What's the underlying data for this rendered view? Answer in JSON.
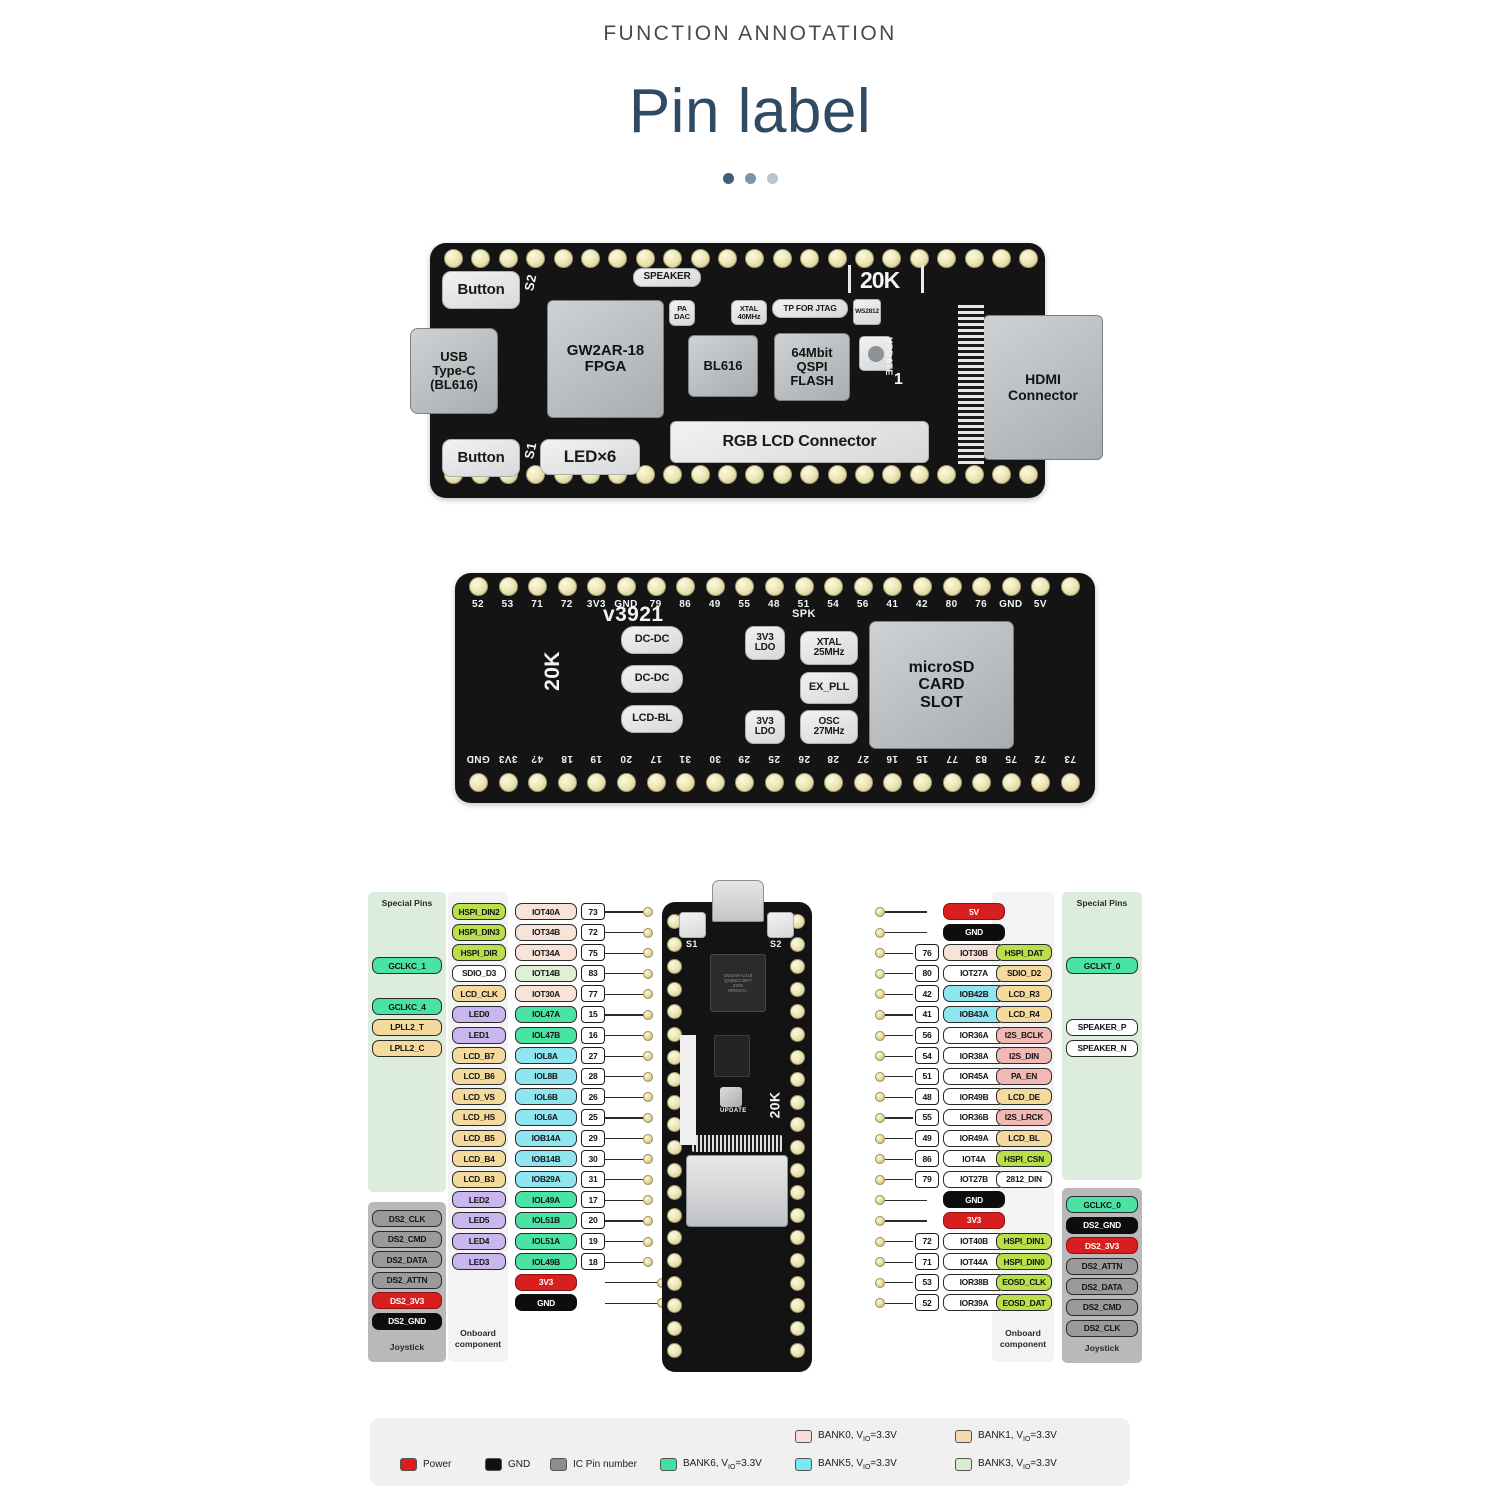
{
  "header": {
    "kicker": "FUNCTION ANNOTATION",
    "title": "Pin label",
    "dots": 3
  },
  "board_top": {
    "labels": [
      {
        "text": "Button"
      },
      {
        "text": "S2"
      },
      {
        "text": "SPEAKER"
      },
      {
        "text": "20K"
      },
      {
        "text": "USB\nType-C\n(BL616)"
      },
      {
        "text": "GW2AR-18\nFPGA"
      },
      {
        "text": "PA\nDAC"
      },
      {
        "text": "XTAL\n40MHz"
      },
      {
        "text": "TP FOR JTAG"
      },
      {
        "text": "WS2812"
      },
      {
        "text": "BL616"
      },
      {
        "text": "64Mbit\nQSPI\nFLASH"
      },
      {
        "text": "UPDATE"
      },
      {
        "text": "1"
      },
      {
        "text": "HDMI\nConnector"
      },
      {
        "text": "Button"
      },
      {
        "text": "S1"
      },
      {
        "text": "LED×6"
      },
      {
        "text": "RGB LCD Connector"
      }
    ]
  },
  "board_bottom": {
    "top_pin_numbers": [
      "52",
      "53",
      "71",
      "72",
      "3V3",
      "GND",
      "79",
      "86",
      "49",
      "55",
      "48",
      "51",
      "54",
      "56",
      "41",
      "42",
      "80",
      "76",
      "GND",
      "5V"
    ],
    "bottom_pin_numbers": [
      "GND",
      "3V3",
      "4?",
      "18",
      "19",
      "20",
      "17",
      "31",
      "30",
      "29",
      "25",
      "26",
      "28",
      "27",
      "16",
      "15",
      "77",
      "83",
      "75",
      "72",
      "73"
    ],
    "silk": "v3921",
    "labels": [
      {
        "text": "20K"
      },
      {
        "text": "DC-DC"
      },
      {
        "text": "DC-DC"
      },
      {
        "text": "LCD-BL"
      },
      {
        "text": "SPK"
      },
      {
        "text": "3V3\nLDO"
      },
      {
        "text": "XTAL\n25MHz"
      },
      {
        "text": "EX_PLL"
      },
      {
        "text": "3V3\nLDO"
      },
      {
        "text": "OSC\n27MHz"
      },
      {
        "text": "microSD\nCARD\nSLOT"
      }
    ]
  },
  "pinmap": {
    "center_board": {
      "silk_s1": "S1",
      "silk_s2": "S2",
      "fpga_text": "GW2AR-LV18\nQN88CC8IP7\n2265\nHR8XC0..",
      "update": "UPDATE",
      "twentyk": "20K"
    },
    "left_special_title": "Special Pins",
    "left_special": [
      {
        "label": "",
        "color": "none"
      },
      {
        "label": "",
        "color": "none"
      },
      {
        "label": "GCLKC_1",
        "color": "bank6"
      },
      {
        "label": "",
        "color": "none"
      },
      {
        "label": "GCLKC_4",
        "color": "bank6"
      },
      {
        "label": "LPLL2_T",
        "color": "bank1"
      },
      {
        "label": "LPLL2_C",
        "color": "bank1"
      }
    ],
    "left_joystick_title": "Joystick",
    "left_joystick": [
      {
        "label": "DS2_CLK",
        "color": "ic"
      },
      {
        "label": "DS2_CMD",
        "color": "ic"
      },
      {
        "label": "DS2_DATA",
        "color": "ic"
      },
      {
        "label": "DS2_ATTN",
        "color": "ic"
      },
      {
        "label": "DS2_3V3",
        "color": "power"
      },
      {
        "label": "DS2_GND",
        "color": "gnd"
      }
    ],
    "left_onboard_title": "Onboard\ncomponent",
    "left_rows": [
      {
        "func": "HSPI_DIN2",
        "func_color": "bank6lime",
        "io": "IOT40A",
        "io_color": "bank0",
        "num": "73"
      },
      {
        "func": "HSPI_DIN3",
        "func_color": "bank6lime",
        "io": "IOT34B",
        "io_color": "bank0",
        "num": "72"
      },
      {
        "func": "HSPI_DIR",
        "func_color": "bank6lime",
        "io": "IOT34A",
        "io_color": "bank0",
        "num": "75"
      },
      {
        "func": "SDIO_D3",
        "func_color": "white",
        "io": "IOT14B",
        "io_color": "bank3",
        "num": "83"
      },
      {
        "func": "LCD_CLK",
        "func_color": "bank1",
        "io": "IOT30A",
        "io_color": "bank0",
        "num": "77"
      },
      {
        "func": "LED0",
        "func_color": "purple",
        "io": "IOL47A",
        "io_color": "bank6",
        "num": "15"
      },
      {
        "func": "LED1",
        "func_color": "purple",
        "io": "IOL47B",
        "io_color": "bank6",
        "num": "16"
      },
      {
        "func": "LCD_B7",
        "func_color": "bank1",
        "io": "IOL8A",
        "io_color": "bank5",
        "num": "27"
      },
      {
        "func": "LCD_B6",
        "func_color": "bank1",
        "io": "IOL8B",
        "io_color": "bank5",
        "num": "28"
      },
      {
        "func": "LCD_VS",
        "func_color": "bank1",
        "io": "IOL6B",
        "io_color": "bank5",
        "num": "26"
      },
      {
        "func": "LCD_HS",
        "func_color": "bank1",
        "io": "IOL6A",
        "io_color": "bank5",
        "num": "25"
      },
      {
        "func": "LCD_B5",
        "func_color": "bank1",
        "io": "IOB14A",
        "io_color": "bank5",
        "num": "29"
      },
      {
        "func": "LCD_B4",
        "func_color": "bank1",
        "io": "IOB14B",
        "io_color": "bank5",
        "num": "30"
      },
      {
        "func": "LCD_B3",
        "func_color": "bank1",
        "io": "IOB29A",
        "io_color": "bank5",
        "num": "31"
      },
      {
        "func": "LED2",
        "func_color": "purple",
        "io": "IOL49A",
        "io_color": "bank6",
        "num": "17"
      },
      {
        "func": "LED5",
        "func_color": "purple",
        "io": "IOL51B",
        "io_color": "bank6",
        "num": "20"
      },
      {
        "func": "LED4",
        "func_color": "purple",
        "io": "IOL51A",
        "io_color": "bank6",
        "num": "19"
      },
      {
        "func": "LED3",
        "func_color": "purple",
        "io": "IOL49B",
        "io_color": "bank6",
        "num": "18"
      },
      {
        "func": "",
        "func_color": "none",
        "io": "3V3",
        "io_color": "power",
        "num": ""
      },
      {
        "func": "",
        "func_color": "none",
        "io": "GND",
        "io_color": "gnd",
        "num": ""
      }
    ],
    "right_special_title": "Special Pins",
    "right_special": [
      {
        "label": "",
        "color": "none"
      },
      {
        "label": "",
        "color": "none"
      },
      {
        "label": "GCLKT_0",
        "color": "bank6"
      },
      {
        "label": "",
        "color": "none"
      },
      {
        "label": "",
        "color": "none"
      },
      {
        "label": "SPEAKER_P",
        "color": "white"
      },
      {
        "label": "SPEAKER_N",
        "color": "white"
      }
    ],
    "right_joystick_title": "Joystick",
    "right_joystick": [
      {
        "label": "GCLKC_0",
        "color": "bank6"
      },
      {
        "label": "DS2_GND",
        "color": "gnd"
      },
      {
        "label": "DS2_3V3",
        "color": "power"
      },
      {
        "label": "DS2_ATTN",
        "color": "ic"
      },
      {
        "label": "DS2_DATA",
        "color": "ic"
      },
      {
        "label": "DS2_CMD",
        "color": "ic"
      },
      {
        "label": "DS2_CLK",
        "color": "ic"
      }
    ],
    "right_onboard_title": "Onboard\ncomponent",
    "right_rows": [
      {
        "num": "",
        "io": "5V",
        "io_color": "power",
        "func": "",
        "func_color": "none"
      },
      {
        "num": "",
        "io": "GND",
        "io_color": "gnd",
        "func": "",
        "func_color": "none"
      },
      {
        "num": "76",
        "io": "IOT30B",
        "io_color": "bank0",
        "func": "HSPI_DAT",
        "func_color": "bank6lime"
      },
      {
        "num": "80",
        "io": "IOT27A",
        "io_color": "white",
        "func": "SDIO_D2",
        "func_color": "bank1"
      },
      {
        "num": "42",
        "io": "IOB42B",
        "io_color": "bank5",
        "func": "LCD_R3",
        "func_color": "bank1"
      },
      {
        "num": "41",
        "io": "IOB43A",
        "io_color": "bank5",
        "func": "LCD_R4",
        "func_color": "bank1"
      },
      {
        "num": "56",
        "io": "IOR36A",
        "io_color": "white",
        "func": "I2S_BCLK",
        "func_color": "pink"
      },
      {
        "num": "54",
        "io": "IOR38A",
        "io_color": "white",
        "func": "I2S_DIN",
        "func_color": "pink"
      },
      {
        "num": "51",
        "io": "IOR45A",
        "io_color": "white",
        "func": "PA_EN",
        "func_color": "pink"
      },
      {
        "num": "48",
        "io": "IOR49B",
        "io_color": "white",
        "func": "LCD_DE",
        "func_color": "bank1"
      },
      {
        "num": "55",
        "io": "IOR36B",
        "io_color": "white",
        "func": "I2S_LRCK",
        "func_color": "pink"
      },
      {
        "num": "49",
        "io": "IOR49A",
        "io_color": "white",
        "func": "LCD_BL",
        "func_color": "bank1"
      },
      {
        "num": "86",
        "io": "IOT4A",
        "io_color": "white",
        "func": "HSPI_CSN",
        "func_color": "bank6lime"
      },
      {
        "num": "79",
        "io": "IOT27B",
        "io_color": "white",
        "func": "2812_DIN",
        "func_color": "white"
      },
      {
        "num": "",
        "io": "GND",
        "io_color": "gnd",
        "func": "",
        "func_color": "none"
      },
      {
        "num": "",
        "io": "3V3",
        "io_color": "power",
        "func": "",
        "func_color": "none"
      },
      {
        "num": "72",
        "io": "IOT40B",
        "io_color": "white",
        "func": "HSPI_DIN1",
        "func_color": "bank6lime"
      },
      {
        "num": "71",
        "io": "IOT44A",
        "io_color": "white",
        "func": "HSPI_DIN0",
        "func_color": "bank6lime"
      },
      {
        "num": "53",
        "io": "IOR38B",
        "io_color": "white",
        "func": "EOSD_CLK",
        "func_color": "bank6lime"
      },
      {
        "num": "52",
        "io": "IOR39A",
        "io_color": "white",
        "func": "EOSD_DAT",
        "func_color": "bank6lime"
      }
    ]
  },
  "legend": {
    "items": [
      {
        "label": "Power",
        "color": "#e01b1b"
      },
      {
        "label": "GND",
        "color": "#101010"
      },
      {
        "label": "IC Pin number",
        "color": "#8d8d8d"
      },
      {
        "label": "BANK6, VIO=3.3V",
        "color": "#3ee2a0"
      },
      {
        "label": "BANK5, VIO=3.3V",
        "color": "#79e8f2"
      },
      {
        "label": "BANK3, VIO=3.3V",
        "color": "#d9ecd0"
      },
      {
        "label": "BANK0, VIO=3.3V",
        "color": "#f6ddd5"
      },
      {
        "label": "BANK1, VIO=3.3V",
        "color": "#f5d9ae"
      }
    ]
  },
  "palette": {
    "power": "#d81f1f",
    "gnd": "#0d0d0d",
    "ic": "#9a9a9a",
    "bank6": "#49e3a4",
    "bank6lime": "#b9e04b",
    "bank5": "#8fe6f0",
    "bank3": "#dff0d6",
    "bank0": "#f8e3d9",
    "bank1": "#f4da9c",
    "purple": "#c9b6ee",
    "pink": "#f2b9b4",
    "white": "#ffffff",
    "greenpanel": "#dcecdd",
    "graypanel": "#b9b9b9",
    "whitepanel": "#f3f3f3"
  }
}
